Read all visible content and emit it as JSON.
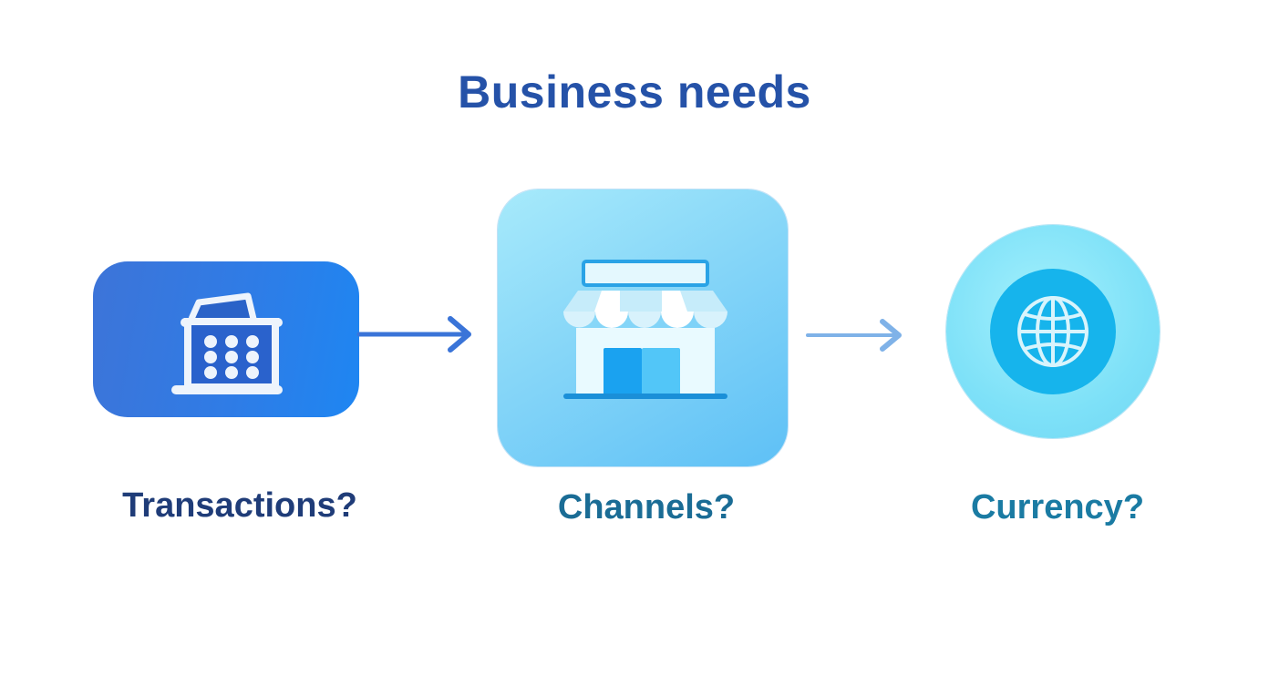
{
  "title": "Business needs",
  "nodes": [
    {
      "label": "Transactions?",
      "icon": "shopping-basket-icon",
      "color": "#2f7ce6"
    },
    {
      "label": "Channels?",
      "icon": "storefront-icon",
      "color": "#86d6f8"
    },
    {
      "label": "Currency?",
      "icon": "globe-icon",
      "color": "#16b4ec"
    }
  ],
  "connectors": [
    {
      "from": "Transactions?",
      "to": "Channels?",
      "color": "#3a74d8"
    },
    {
      "from": "Channels?",
      "to": "Currency?",
      "color": "#7fb2e8"
    }
  ],
  "colors": {
    "title": "#2552a8",
    "label_dark": "#1f3c78",
    "label_teal": "#1a6c95"
  }
}
